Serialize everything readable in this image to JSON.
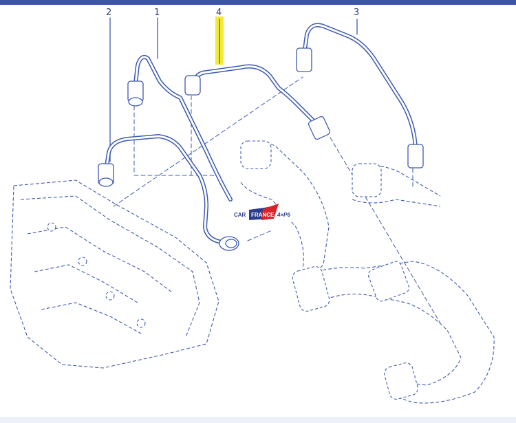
{
  "diagram": {
    "callouts": [
      {
        "id": "c2",
        "label": "2"
      },
      {
        "id": "c1",
        "label": "1"
      },
      {
        "id": "c4",
        "label": "4",
        "highlighted": true
      },
      {
        "id": "c3",
        "label": "3"
      }
    ],
    "logo": {
      "prefix": "CAR",
      "middle": "FRANCE",
      "suffix": "4×P6"
    },
    "colors": {
      "line": "#3d5bb0",
      "highlight": "#f3e93a",
      "logo_red": "#d8232a",
      "logo_blue": "#2b3e8c"
    }
  }
}
